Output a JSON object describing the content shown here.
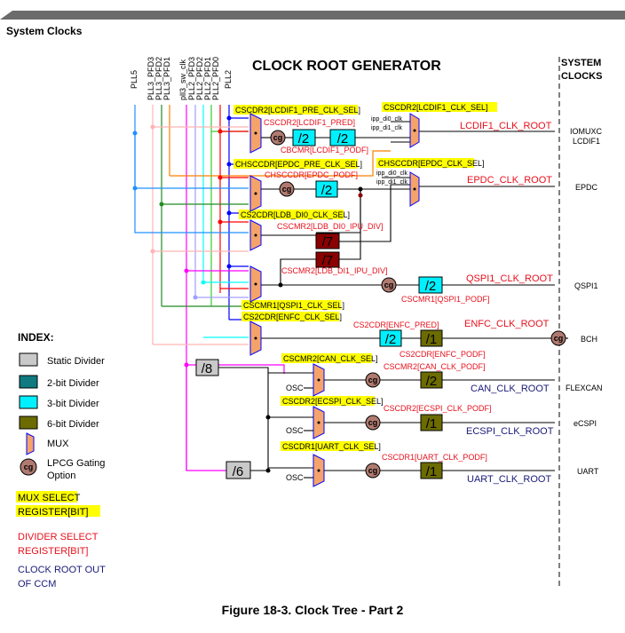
{
  "header": {
    "section_title": "System Clocks"
  },
  "diagram": {
    "title": "CLOCK ROOT GENERATOR",
    "system_clocks_heading": [
      "SYSTEM",
      "CLOCKS"
    ],
    "sources": [
      "PLL5",
      "PLL3_PFD3",
      "PLL3_PFD2",
      "PLL3_PFD1",
      "pll3_sw_clk",
      "PLL2_PFD3",
      "PLL2_PFD2",
      "PLL2_PFD1",
      "PLL2_PFD0",
      "PLL2"
    ],
    "mux_selects": [
      "CSCDR2[LCDIF1_PRE_CLK_SEL]",
      "CSCDR2[LCDIF1_CLK_SEL]",
      "CHSCCDR[EPDC_PRE_CLK_SEL]",
      "CHSCCDR[EPDC_CLK_SEL]",
      "CS2CDR[LDB_DI0_CLK_SEL]",
      "CSCMR1[QSPI1_CLK_SEL]",
      "CS2CDR[ENFC_CLK_SEL]",
      "CSCMR2[CAN_CLK_SEL]",
      "CSCDR2[ECSPI_CLK_SEL]",
      "CSCDR1[UART_CLK_SEL]"
    ],
    "divider_selects": [
      "CSCDR2[LCDIF1_PRED]",
      "CBCMR[LCDIF1_PODF]",
      "CHSCCDR[EPDC_PODF]",
      "CSCMR2[LDB_DI0_IPU_DIV]",
      "CSCMR2[LDB_DI1_IPU_DIV]",
      "CSCMR1[QSPI1_PODF]",
      "CS2CDR[ENFC_PRED]",
      "CS2CDR[ENFC_PODF]",
      "CSCMR2[CAN_CLK_PODF]",
      "CSCDR2[ECSPI_CLK_PODF]",
      "CSCDR1[UART_CLK_PODF]"
    ],
    "dividers": [
      "/2",
      "/2",
      "/2",
      "/7",
      "/7",
      "/2",
      "/2",
      "/1",
      "/8",
      "/2",
      "/1",
      "/6",
      "/1"
    ],
    "mux_inputs": {
      "ipp_di0": "ipp_di0_clk",
      "ipp_di1": "ipp_di1_clk",
      "osc": "OSC"
    },
    "gate_label": "cg",
    "clock_roots": [
      "LCDIF1_CLK_ROOT",
      "EPDC_CLK_ROOT",
      "QSPI1_CLK_ROOT",
      "ENFC_CLK_ROOT",
      "CAN_CLK_ROOT",
      "ECSPI_CLK_ROOT",
      "UART_CLK_ROOT"
    ],
    "destinations": [
      "IOMUXC",
      "LCDIF1",
      "EPDC",
      "QSPI1",
      "BCH",
      "FLEXCAN",
      "eCSPI",
      "UART"
    ]
  },
  "index": {
    "title": "INDEX:",
    "items": [
      "Static Divider",
      "2-bit Divider",
      "3-bit Divider",
      "6-bit Divider",
      "MUX",
      "LPCG Gating",
      "Option"
    ],
    "mux_select_legend": [
      "MUX SELECT",
      "REGISTER[BIT]"
    ],
    "divider_select_legend": [
      "DIVIDER SELECT",
      "REGISTER[BIT]"
    ],
    "clock_root_legend": [
      "CLOCK ROOT OUT",
      "OF CCM"
    ]
  },
  "caption": "Figure 18-3. Clock Tree - Part 2",
  "colors": {
    "banner": "#6b6b6b",
    "mux": "#f4a46a",
    "mux_select_bg": "#ffff00",
    "divider_text": "#e8101c",
    "clock_root": "#1a1a78",
    "static_divider": "#c9c9c9",
    "two_bit_divider": "#0f7a80",
    "three_bit_divider": "#00f0ff",
    "six_bit_divider": "#6b6b00",
    "dark_red_divider": "#8b0000",
    "gate": "#b07a70"
  }
}
